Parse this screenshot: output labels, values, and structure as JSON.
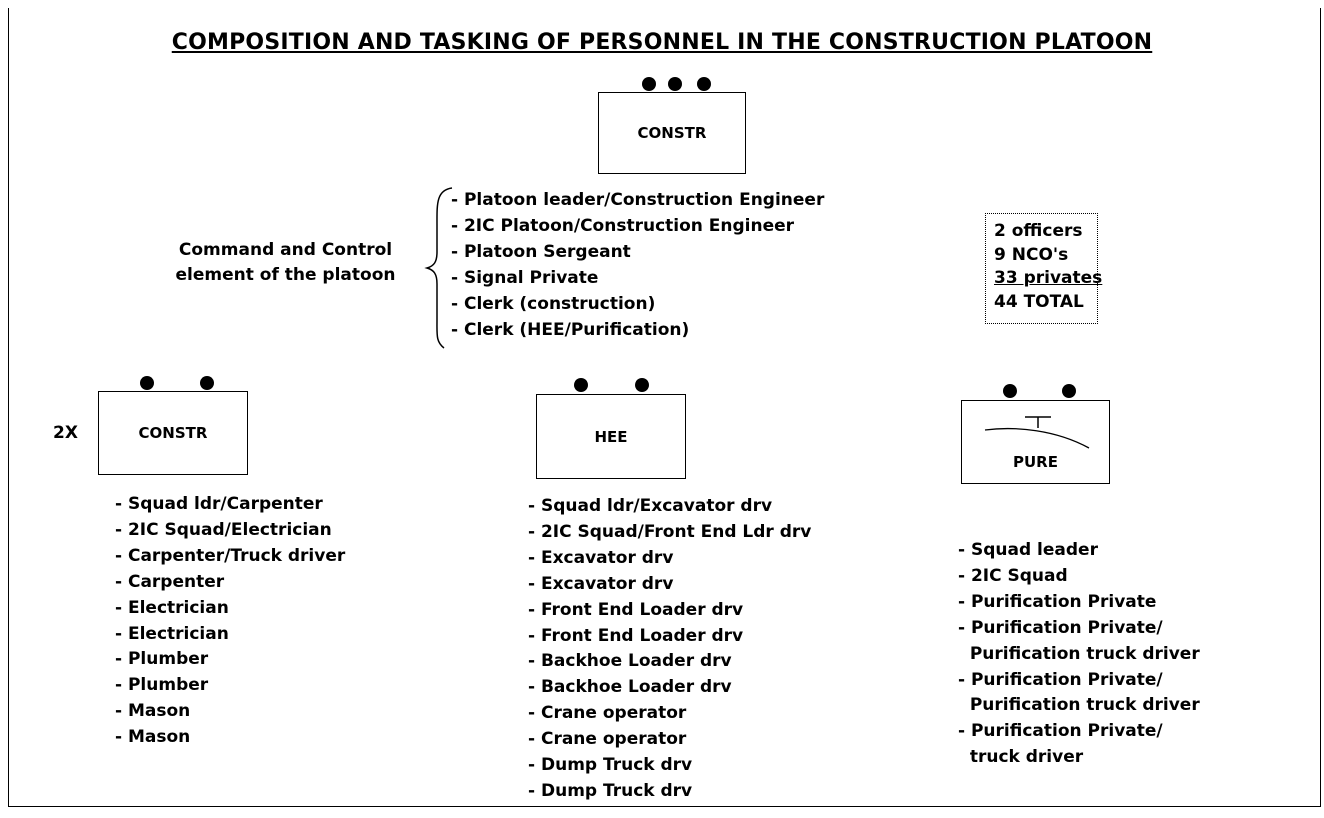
{
  "title": "COMPOSITION AND TASKING OF PERSONNEL IN  THE CONSTRUCTION PLATOON",
  "hq": {
    "box_label": "CONSTR",
    "group_label": "Command and Control element of the platoon",
    "members": [
      "- Platoon leader/Construction Engineer",
      "- 2IC Platoon/Construction Engineer",
      "- Platoon Sergeant",
      "- Signal Private",
      "- Clerk (construction)",
      "- Clerk (HEE/Purification)"
    ]
  },
  "summary": [
    "2 officers",
    "9 NCO's",
    "33 privates",
    "44 TOTAL"
  ],
  "squads": [
    {
      "multiplier": "2X",
      "box_label": "CONSTR",
      "members": [
        "- Squad ldr/Carpenter",
        "- 2IC Squad/Electrician",
        "- Carpenter/Truck driver",
        "- Carpenter",
        "- Electrician",
        "- Electrician",
        "- Plumber",
        "- Plumber",
        "- Mason",
        "- Mason"
      ]
    },
    {
      "box_label": "HEE",
      "members": [
        "- Squad ldr/Excavator drv",
        "- 2IC Squad/Front End Ldr drv",
        "- Excavator drv",
        "- Excavator drv",
        "- Front End Loader drv",
        "- Front End Loader drv",
        "- Backhoe Loader drv",
        "- Backhoe Loader drv",
        "- Crane operator",
        "- Crane operator",
        "- Dump Truck drv",
        "- Dump Truck drv"
      ]
    },
    {
      "box_label": "PURE",
      "members": [
        "- Squad leader",
        "- 2IC Squad",
        "- Purification Private",
        "- Purification Private/",
        "  Purification truck driver",
        "- Purification Private/",
        "  Purification truck driver",
        "- Purification Private/",
        "  truck driver"
      ]
    }
  ]
}
